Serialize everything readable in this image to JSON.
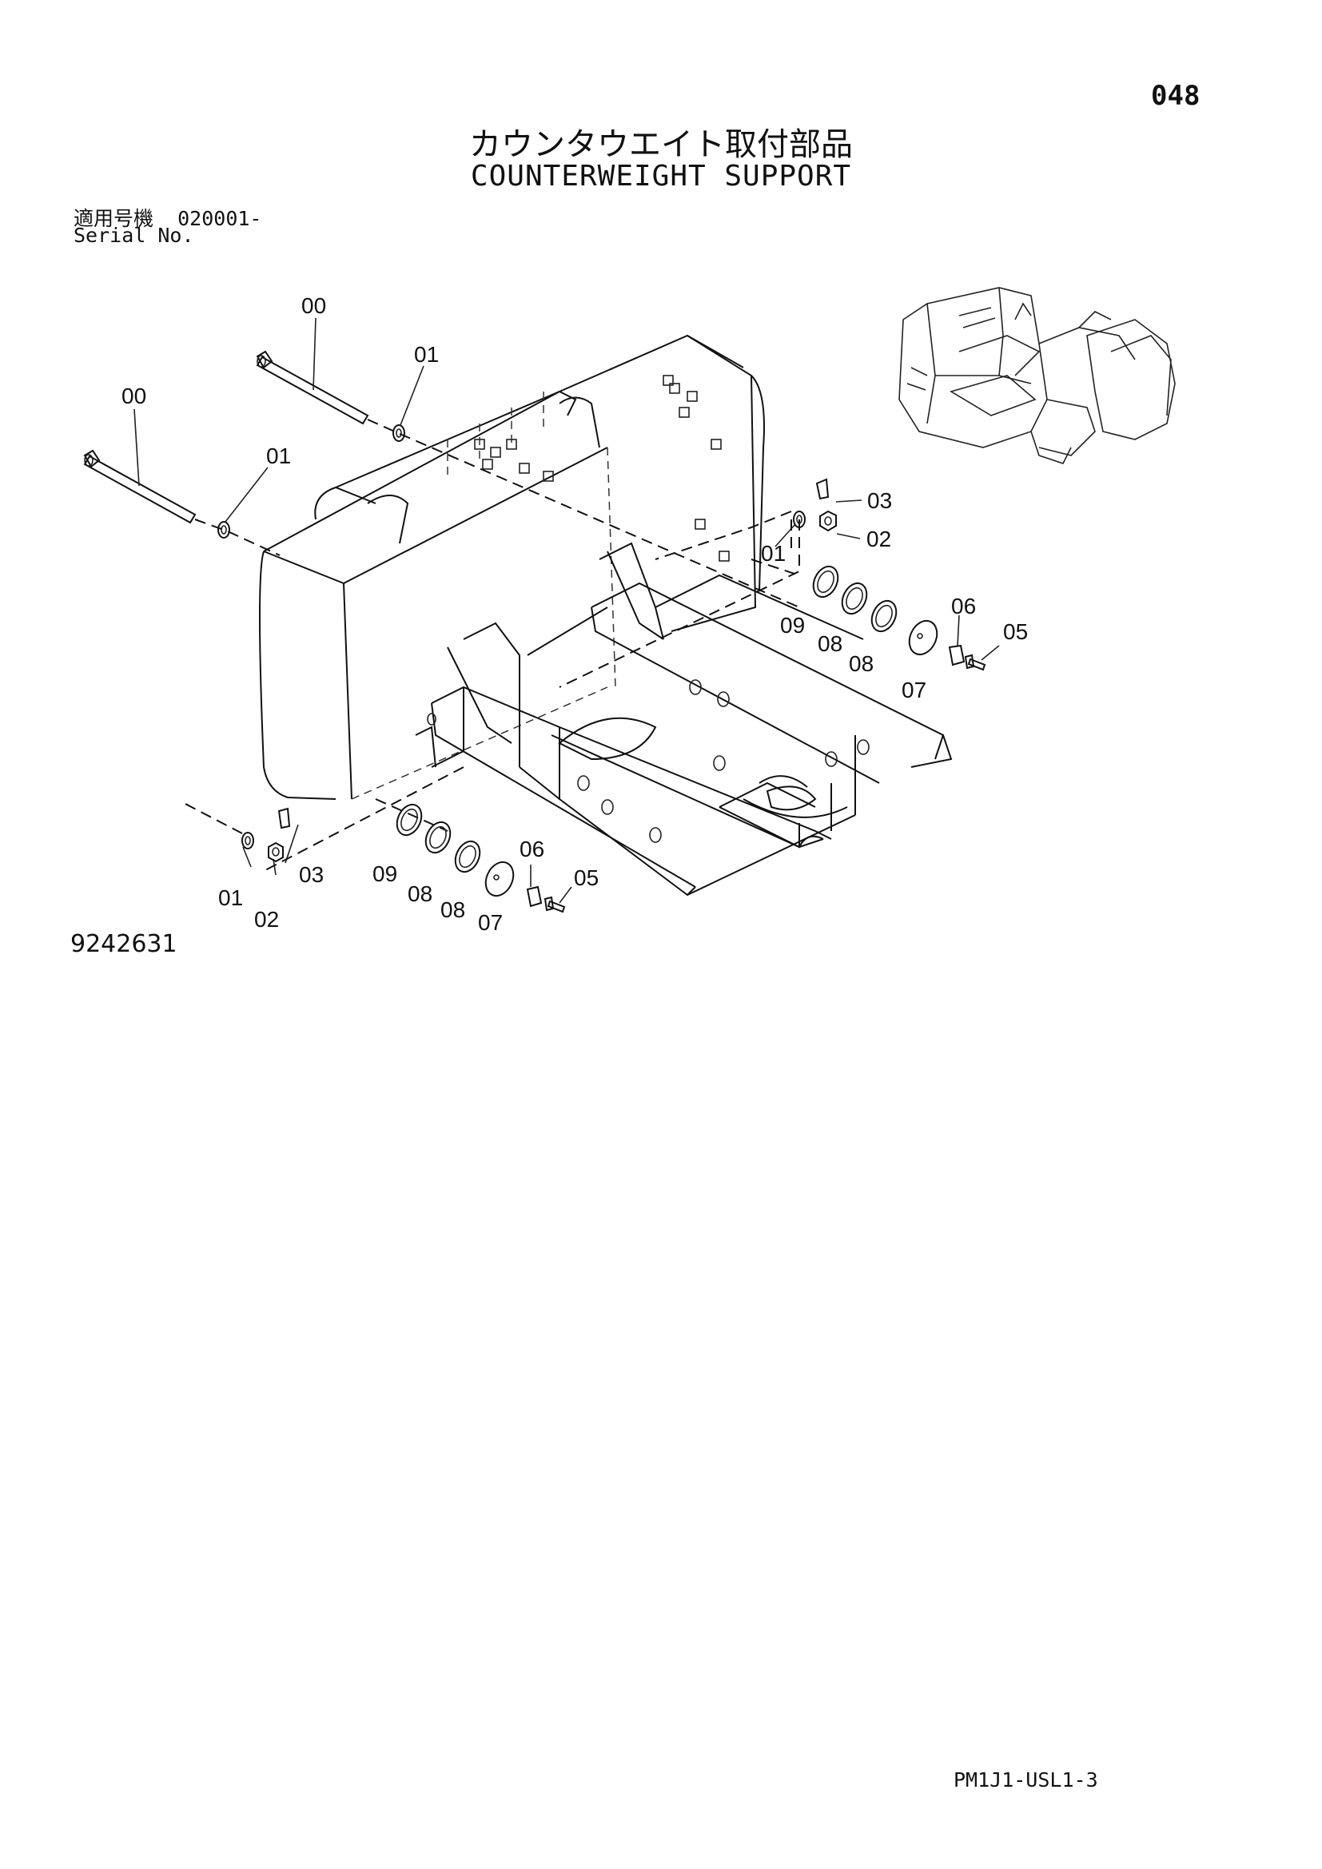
{
  "page_number": "048",
  "title": {
    "japanese": "カウンタウエイト取付部品",
    "english": "COUNTERWEIGHT SUPPORT"
  },
  "serial": {
    "label_jp": "適用号機",
    "range": "020001-",
    "label_en": "Serial No."
  },
  "figure_number": "9242631",
  "footer_code": "PM1J1-USL1-3",
  "callouts": {
    "upper_bolt": "00",
    "lower_bolt": "00",
    "upper_washer": "01",
    "lower_washer": "01",
    "right_washer": "01",
    "right_lock": "03",
    "right_nut": "02",
    "right_shim_09": "09",
    "right_shim_08a": "08",
    "right_shim_08b": "08",
    "right_plate_07": "07",
    "right_lockplate_06": "06",
    "right_bolt_05": "05",
    "left_washer": "01",
    "left_nut": "02",
    "left_lock": "03",
    "left_shim_09": "09",
    "left_shim_08a": "08",
    "left_shim_08b": "08",
    "left_plate_07": "07",
    "left_lockplate_06": "06",
    "left_bolt_05": "05"
  }
}
